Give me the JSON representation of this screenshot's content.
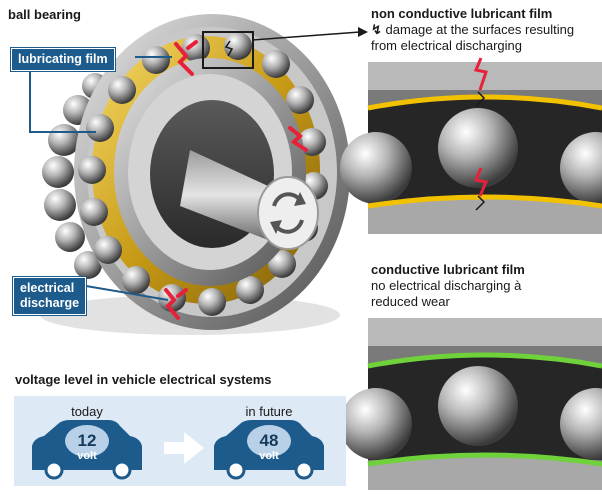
{
  "main_illustration": {
    "title": "ball bearing",
    "callouts": {
      "lubricating_film": "lubricating film",
      "electrical_discharge_line1": "electrical",
      "electrical_discharge_line2": "discharge"
    }
  },
  "detail_non_conductive": {
    "title": "non conductive lubricant film",
    "desc_line1": "damage at the surfaces resulting",
    "desc_line2": "from electrical discharging",
    "film_color": "#f2c200"
  },
  "detail_conductive": {
    "title": "conductive lubricant film",
    "desc_line1": "no electrical discharging à",
    "desc_line2": "reduced wear",
    "film_color": "#6fd23a"
  },
  "voltage": {
    "title": "voltage level in vehicle electrical systems",
    "today": {
      "label": "today",
      "value": "12",
      "unit": "volt"
    },
    "future": {
      "label": "in future",
      "value": "48",
      "unit": "volt"
    }
  },
  "colors": {
    "accent_blue": "#1d5b8c",
    "lubricant_yellow": "#f2c200",
    "conductive_green": "#6fd23a",
    "spark_red": "#e8213a"
  }
}
